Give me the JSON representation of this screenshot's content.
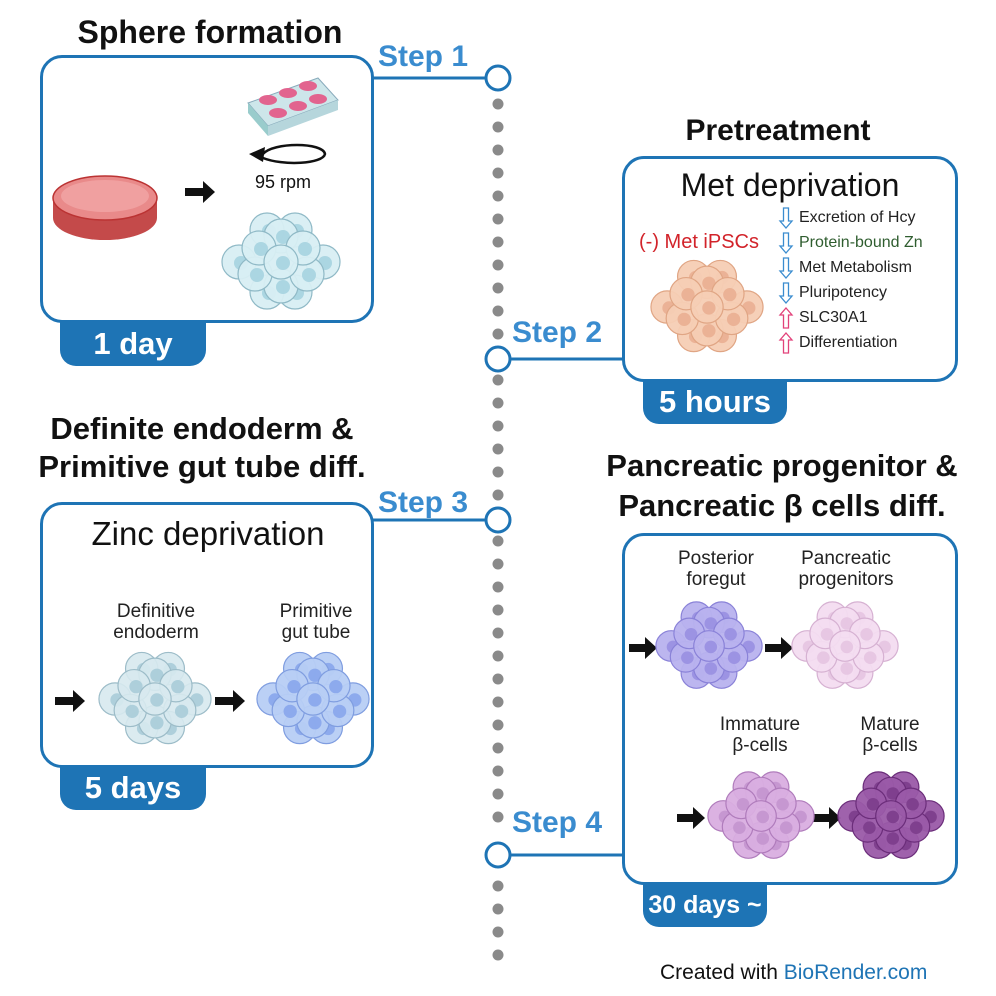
{
  "colors": {
    "accent": "#1e74b5",
    "step_text": "#3a8ccf",
    "timeline_dots": "#8a8a8a",
    "met_label": "#d2232a",
    "up_arrow": "#e2427a",
    "down_arrow": "#3a8ccf"
  },
  "step1": {
    "step_label": "Step 1",
    "heading": "Sphere formation",
    "speed": "95 rpm",
    "duration": "1 day"
  },
  "step2": {
    "step_label": "Step 2",
    "heading": "Pretreatment",
    "box_title": "Met deprivation",
    "cell_label": "(-) Met iPSCs",
    "effects": [
      {
        "direction": "down",
        "text": "Excretion of Hcy"
      },
      {
        "direction": "down",
        "text": "Protein-bound Zn"
      },
      {
        "direction": "down",
        "text": "Met Metabolism"
      },
      {
        "direction": "down",
        "text": "Pluripotency"
      },
      {
        "direction": "up",
        "text": "SLC30A1"
      },
      {
        "direction": "up",
        "text": "Differentiation"
      }
    ],
    "duration": "5 hours"
  },
  "step3": {
    "step_label": "Step 3",
    "heading_line1": "Definite endoderm &",
    "heading_line2": "Primitive gut tube diff.",
    "box_title": "Zinc deprivation",
    "stage1_line1": "Definitive",
    "stage1_line2": "endoderm",
    "stage2_line1": "Primitive",
    "stage2_line2": "gut tube",
    "duration": "5 days"
  },
  "step4": {
    "step_label": "Step 4",
    "heading_line1": "Pancreatic progenitor &",
    "heading_line2": "Pancreatic β cells diff.",
    "stage1_line1": "Posterior",
    "stage1_line2": "foregut",
    "stage2_line1": "Pancreatic",
    "stage2_line2": "progenitors",
    "stage3_line1": "Immature",
    "stage3_line2": "β-cells",
    "stage4_line1": "Mature",
    "stage4_line2": "β-cells",
    "duration": "30 days ~"
  },
  "credit": {
    "prefix": "Created with ",
    "brand": "BioRender.com"
  }
}
